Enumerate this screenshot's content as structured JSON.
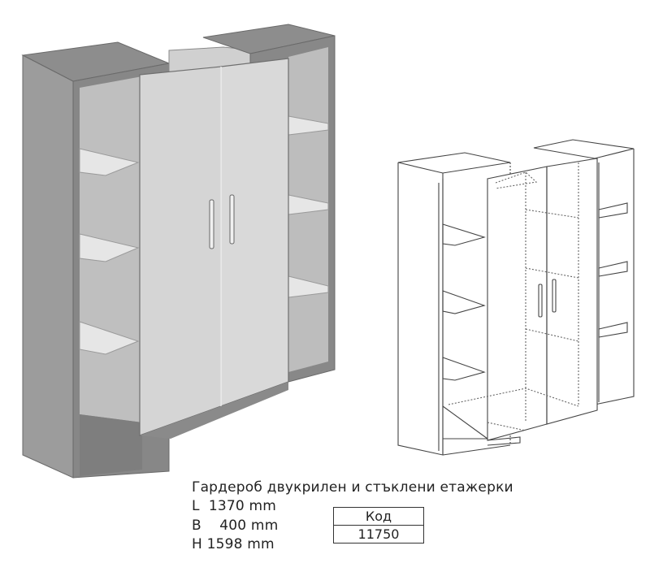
{
  "product": {
    "title": "Гардероб двукрилен и стъклени етажерки",
    "dimensions": {
      "length": "L  1370 mm",
      "depth": "B    400 mm",
      "height": "H 1598 mm"
    },
    "code_table": {
      "header": "Код",
      "value": "11750"
    }
  },
  "colors": {
    "carcass_top": "#8a8a8a",
    "carcass_side": "#9a9a9a",
    "carcass_front": "#858585",
    "interior": "#c0c0c0",
    "door": "#d6d6d6",
    "shelf_glass": "#e4e4e4",
    "line": "#555555"
  }
}
